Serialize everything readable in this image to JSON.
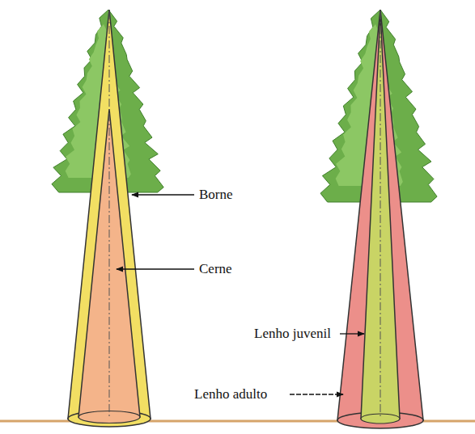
{
  "diagram": {
    "labels": [
      "Borne",
      "Cerne",
      "Lenho juvenil",
      "Lenho adulto"
    ]
  }
}
